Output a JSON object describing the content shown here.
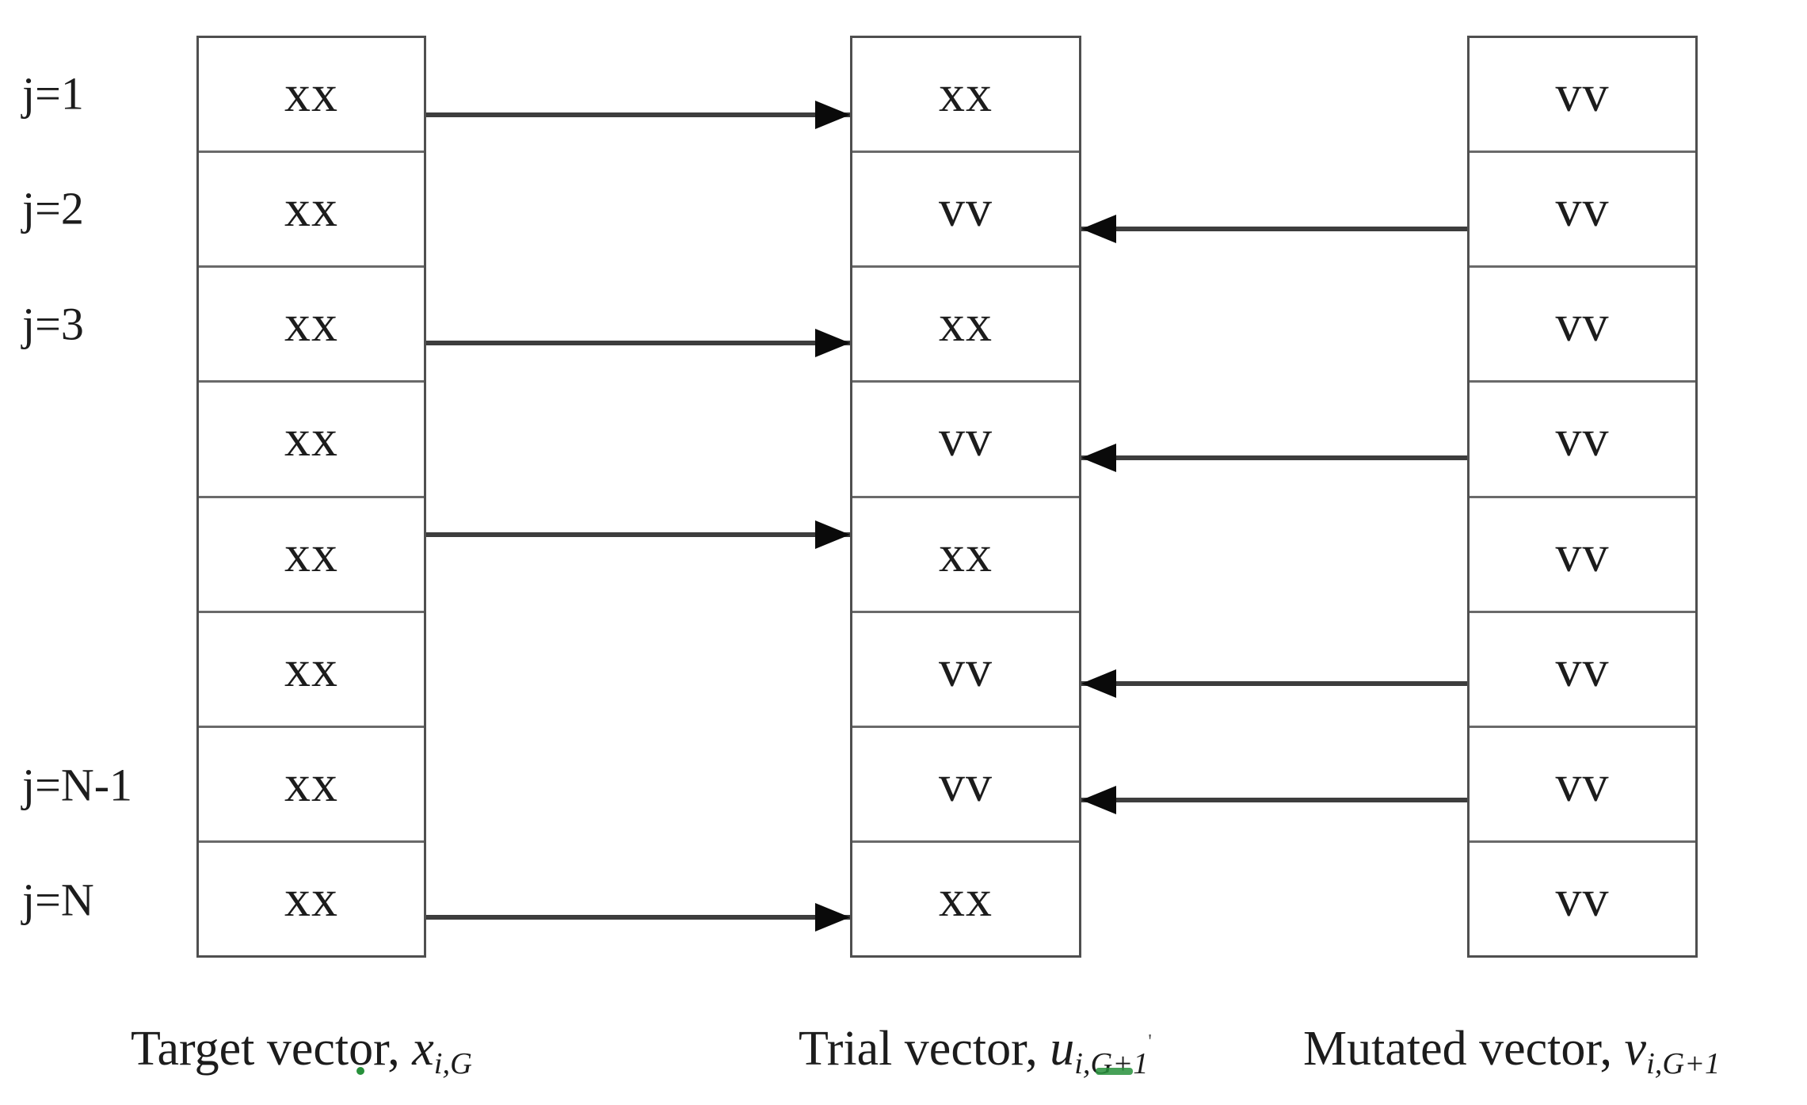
{
  "diagram": {
    "row_count": 8,
    "row_labels": [
      {
        "row": 1,
        "text": "j=1"
      },
      {
        "row": 2,
        "text": "j=2"
      },
      {
        "row": 3,
        "text": "j=3"
      },
      {
        "row": 7,
        "text": "j=N-1"
      },
      {
        "row": 8,
        "text": "j=N"
      }
    ],
    "columns": {
      "target": {
        "cells": [
          "xx",
          "xx",
          "xx",
          "xx",
          "xx",
          "xx",
          "xx",
          "xx"
        ]
      },
      "trial": {
        "cells": [
          "xx",
          "vv",
          "xx",
          "vv",
          "xx",
          "vv",
          "vv",
          "xx"
        ]
      },
      "mutated": {
        "cells": [
          "vv",
          "vv",
          "vv",
          "vv",
          "vv",
          "vv",
          "vv",
          "vv"
        ]
      }
    },
    "arrows": [
      {
        "row": 1,
        "from": "target",
        "to": "trial"
      },
      {
        "row": 2,
        "from": "mutated",
        "to": "trial"
      },
      {
        "row": 3,
        "from": "target",
        "to": "trial"
      },
      {
        "row": 4,
        "from": "mutated",
        "to": "trial"
      },
      {
        "row": 5,
        "from": "target",
        "to": "trial"
      },
      {
        "row": 6,
        "from": "mutated",
        "to": "trial"
      },
      {
        "row": 7,
        "from": "mutated",
        "to": "trial"
      },
      {
        "row": 8,
        "from": "target",
        "to": "trial"
      }
    ],
    "captions": {
      "target": {
        "text": "Target vector, ",
        "var": "x",
        "sub": "i,G"
      },
      "trial": {
        "text": "Trial vector, ",
        "var": "u",
        "sub": "i,G+1",
        "tick": "'"
      },
      "mutated": {
        "text": "Mutated vector, ",
        "var": "v",
        "sub": "i,G+1"
      }
    },
    "colors": {
      "background": "#ffffff",
      "box_line": "#4f4f4f",
      "divider": "#6a6a6a",
      "arrow_line": "#3d3d3d",
      "arrow_head": "#0a0a0a",
      "text": "#1c1c1c",
      "artifact_green": "#27903b"
    }
  }
}
